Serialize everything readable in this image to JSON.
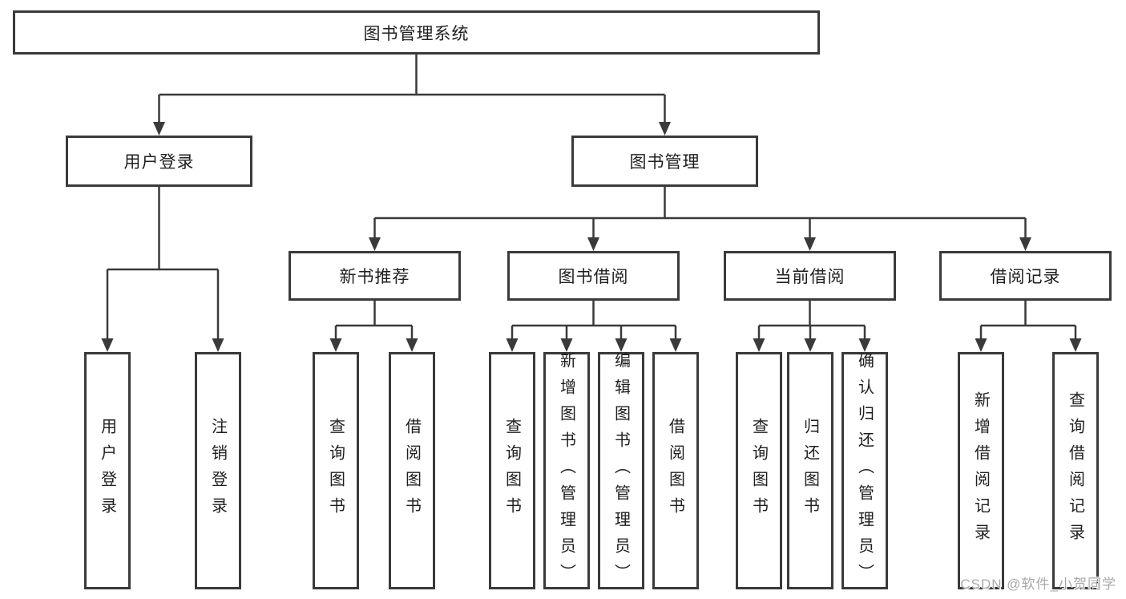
{
  "diagram": {
    "nodes": {
      "root": "图书管理系统",
      "user_login": "用户登录",
      "book_mgmt": "图书管理",
      "new_book_rec": "新书推荐",
      "book_borrow": "图书借阅",
      "current_borrow": "当前借阅",
      "borrow_record": "借阅记录",
      "leaf_user_login": "用户登录",
      "leaf_logout": "注销登录",
      "leaf_rec_query_book": "查询图书",
      "leaf_rec_borrow_book": "借阅图书",
      "leaf_bb_query_book": "查询图书",
      "leaf_bb_add_book": "新增图书（管理员）",
      "leaf_bb_edit_book": "编辑图书（管理员）",
      "leaf_bb_borrow_book": "借阅图书",
      "leaf_cb_query_book": "查询图书",
      "leaf_cb_return_book": "归还图书",
      "leaf_cb_confirm_return": "确认归还（管理员）",
      "leaf_br_add_record": "新增借阅记录",
      "leaf_br_query_record": "查询借阅记录"
    },
    "line_color": "#3a3a3a",
    "watermark": "CSDN @软件_小贺同学"
  }
}
